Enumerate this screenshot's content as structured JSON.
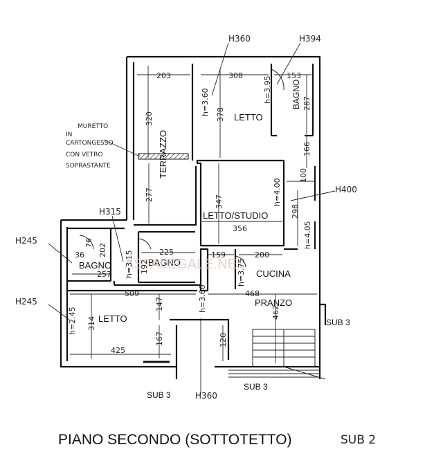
{
  "title": "PIANO SECONDO (SOTTOTETTO)",
  "subtitle_hand": "SUB 2",
  "watermark": "ASTALEGALE.NET",
  "rooms": {
    "letto_top": "LETTO",
    "bagno_top": "BAGNO",
    "terrazzo": "TERRAZZO",
    "letto_studio": "LETTO/STUDIO",
    "bagno_left": "BAGNO",
    "bagno_mid": "BAGNO",
    "cucina": "CUCINA",
    "pranzo": "PRANZO",
    "letto_bottom": "LETTO"
  },
  "heights": {
    "h360_top": "H360",
    "h394": "H394",
    "h400": "H400",
    "h315": "H315",
    "h245_a": "H245",
    "h245_b": "H245",
    "h360_bottom": "H360"
  },
  "note_lines": [
    "MURETTO",
    "IN",
    "CARTONGESSO",
    "CON VETRO",
    "SOPRASTANTE"
  ],
  "sub_labels": {
    "right": "SUB 3",
    "bottom_mid": "SUB 3",
    "bottom_left": "SUB 3"
  },
  "dims": {
    "d203": "203",
    "d308": "308",
    "d153": "153",
    "d320": "320",
    "h360v": "h=3.60",
    "d378": "378",
    "h395v": "h=3.95",
    "d287": "287",
    "d166": "166",
    "d100": "100",
    "d277": "277",
    "d347": "347",
    "h400v": "h=4.00",
    "d298": "298",
    "d356": "356",
    "h405v": "h=4.05",
    "d76": "76",
    "d36": "36",
    "d202": "202",
    "h315v": "h=3.15",
    "d225": "225",
    "d192": "192",
    "d257": "257",
    "d159": "159",
    "d200": "200",
    "h375v": "h=3.75",
    "d509": "509",
    "d468": "468",
    "h360b": "h=3.60",
    "d147": "147",
    "d314": "314",
    "h245v": "h=2.45",
    "d462": "462",
    "d167": "167",
    "d425": "425",
    "d120": "120"
  }
}
